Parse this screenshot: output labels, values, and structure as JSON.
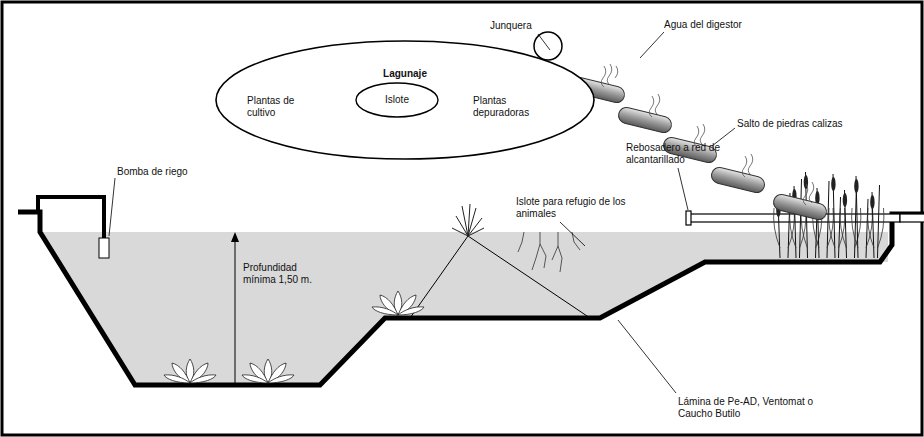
{
  "diagram": {
    "nodes": [
      {
        "text": [
          "Lagunaje",
          "Plantas de cultivo",
          "Plantas depuradoras"
        ]
      },
      {
        "text": [
          "Islote"
        ],
        "in": 0
      }
    ],
    "labels": [
      "Junquera",
      "Agua del digestor",
      "Salto de piedras calizas",
      "Rebosadero a red de alcantarillado",
      "Islote para refugio de los animales",
      "Bomba de riego",
      "Profundidad mínima 1,50 m.",
      "Lámina de Pe-AD, Ventomat o Caucho Butilo"
    ]
  }
}
